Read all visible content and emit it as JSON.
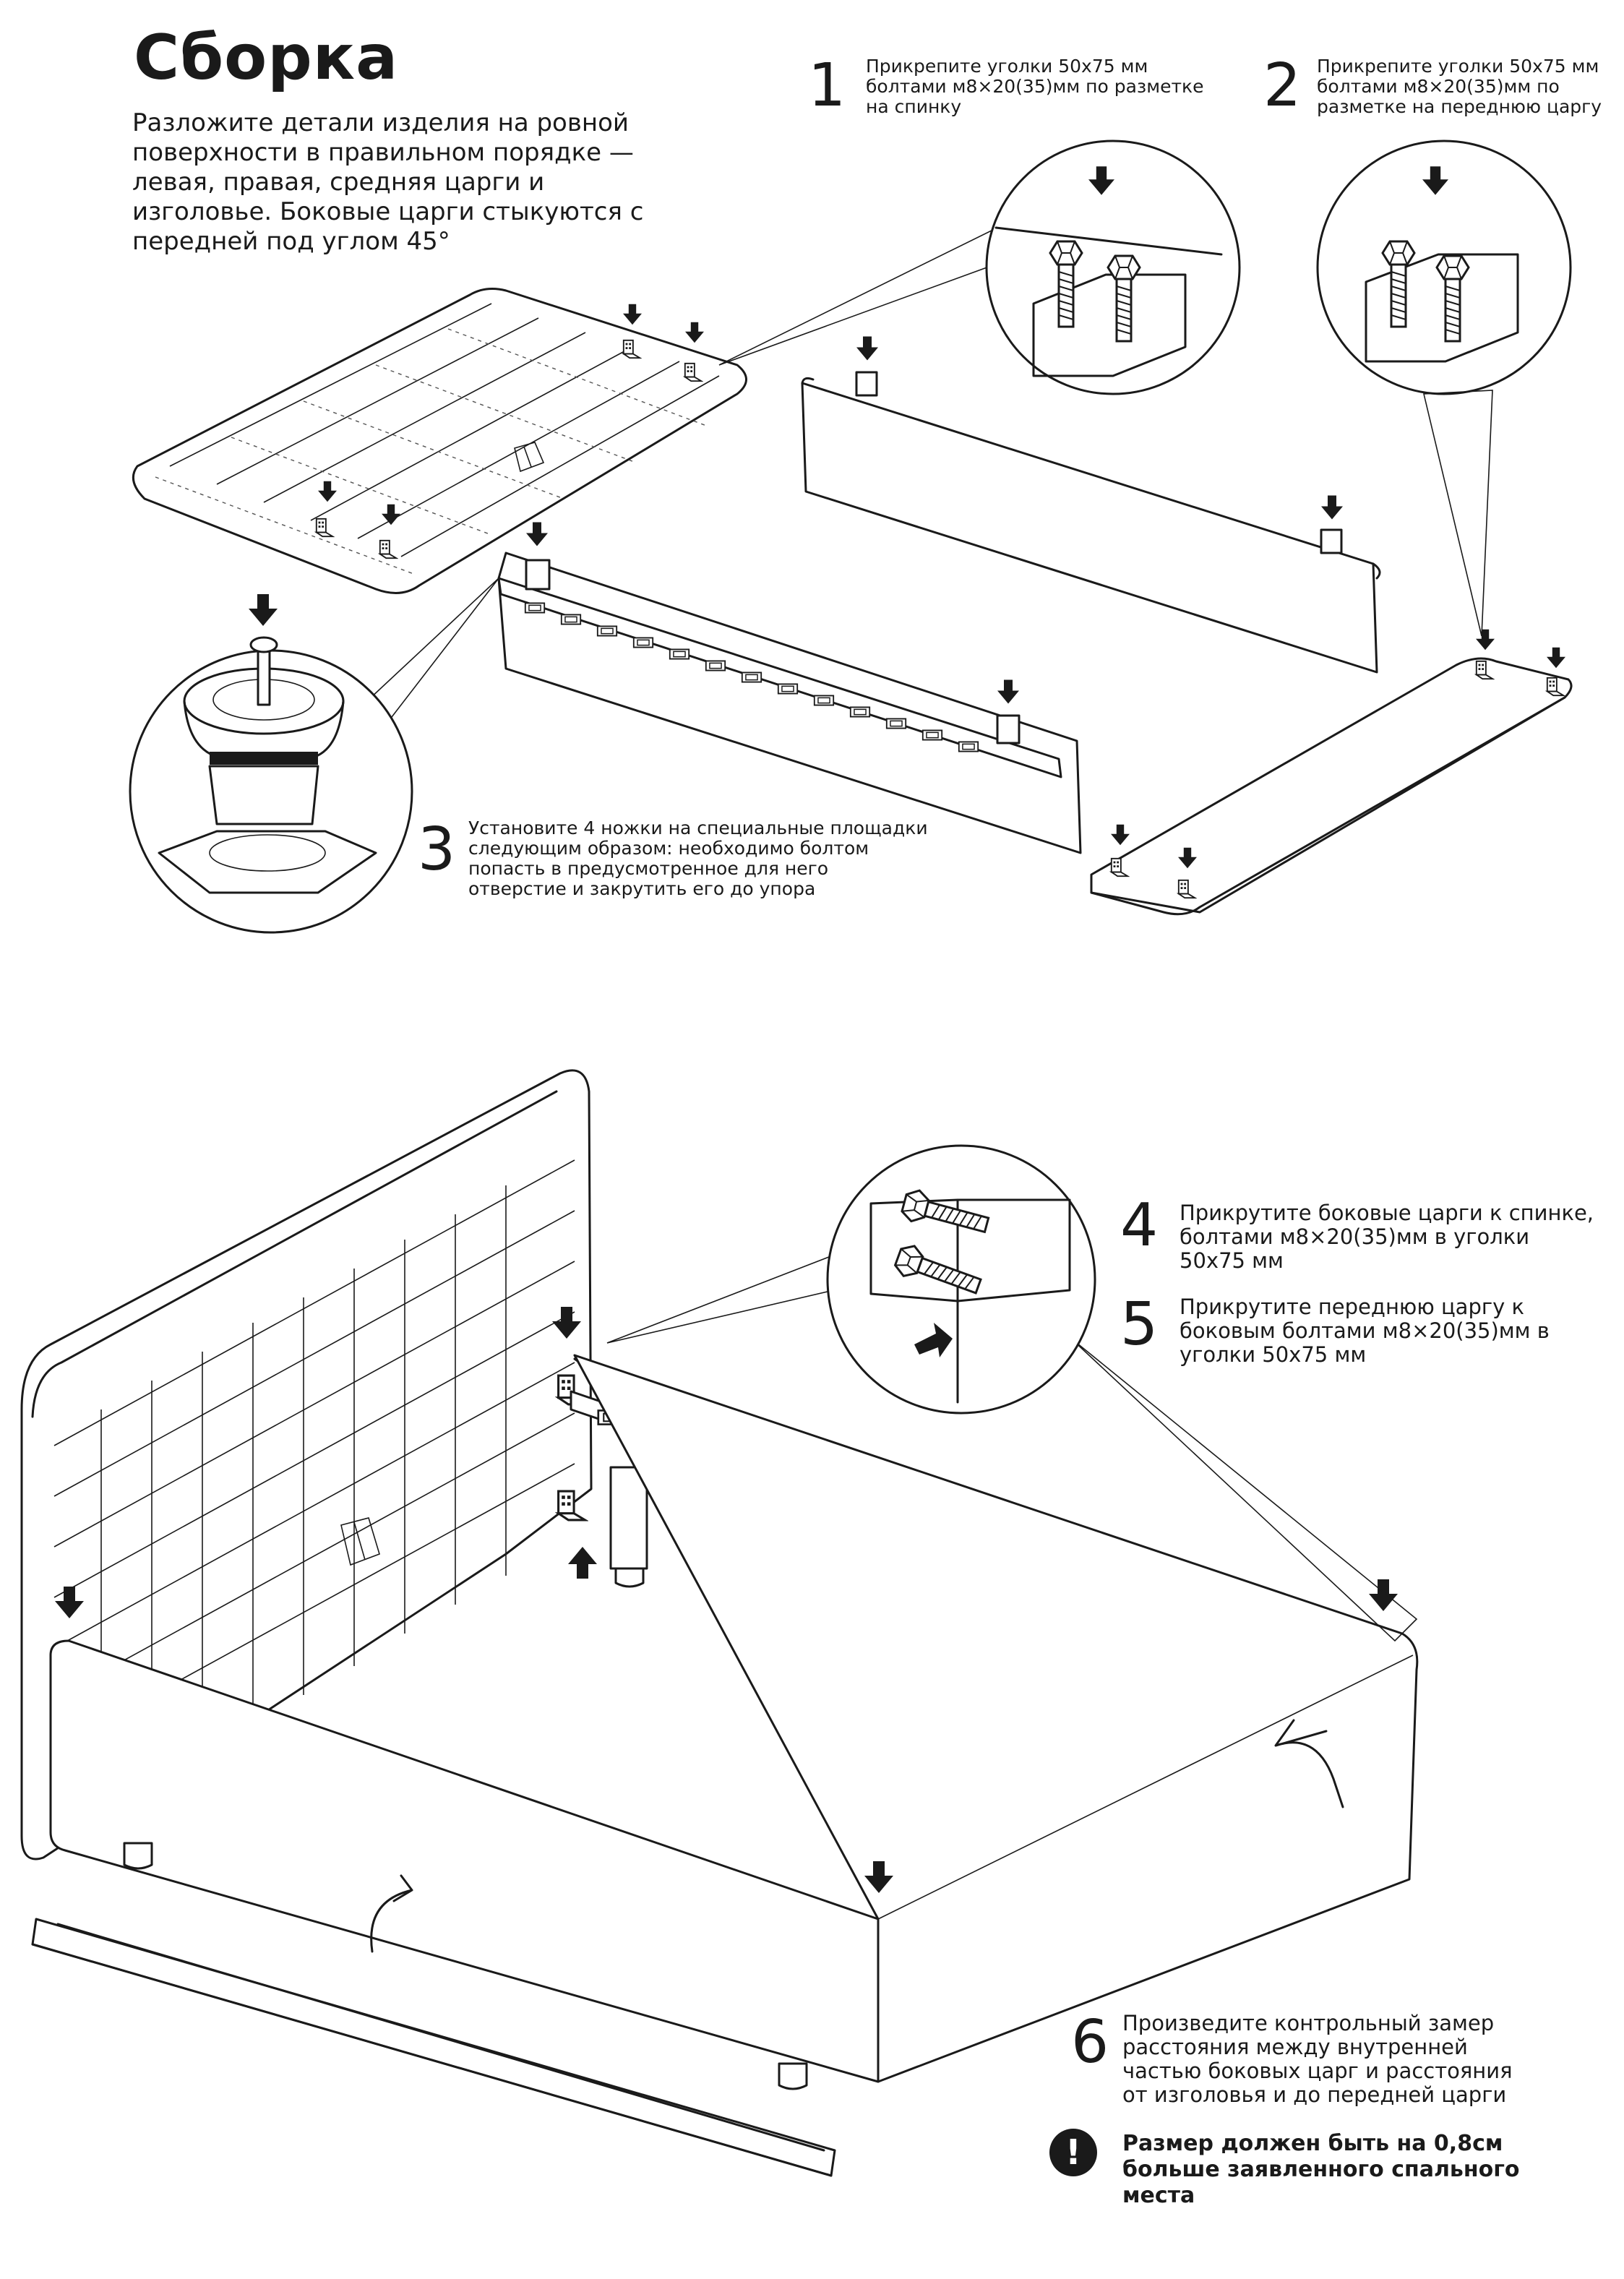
{
  "title": "Сборка",
  "intro": "Разложите детали изделия на ровной поверхности в правильном порядке — левая, правая, средняя царги и изголовье. Боковые царги стыкуются с передней под углом 45°",
  "steps": [
    {
      "number": "1",
      "text": "Прикрепите уголки 50х75 мм болтами м8×20(35)мм по разметке на спинку"
    },
    {
      "number": "2",
      "text": "Прикрепите уголки 50х75 мм болтами м8×20(35)мм по разметке на переднюю царгу"
    },
    {
      "number": "3",
      "text": "Установите 4 ножки на специальные площадки следующим образом: необходимо болтом попасть в предусмотренное для него отверстие и закрутить его до упора"
    },
    {
      "number": "4",
      "text": "Прикрутите боковые царги к спинке, болтами м8×20(35)мм в уголки 50х75 мм"
    },
    {
      "number": "5",
      "text": "Прикрутите переднюю царгу к боковым болтами м8×20(35)мм в уголки 50х75 мм"
    },
    {
      "number": "6",
      "text": "Произведите контрольный замер расстояния между внутренней частью боковых царг и расстояния от изголовья и до передней царги"
    }
  ],
  "warning": {
    "icon": "!",
    "text": "Размер должен быть на 0,8см больше заявленного спального места"
  },
  "icons": {
    "arrow": "down-arrow-icon",
    "warning": "exclamation-icon"
  },
  "colors": {
    "ink": "#1a1a1a",
    "paper": "#ffffff"
  }
}
